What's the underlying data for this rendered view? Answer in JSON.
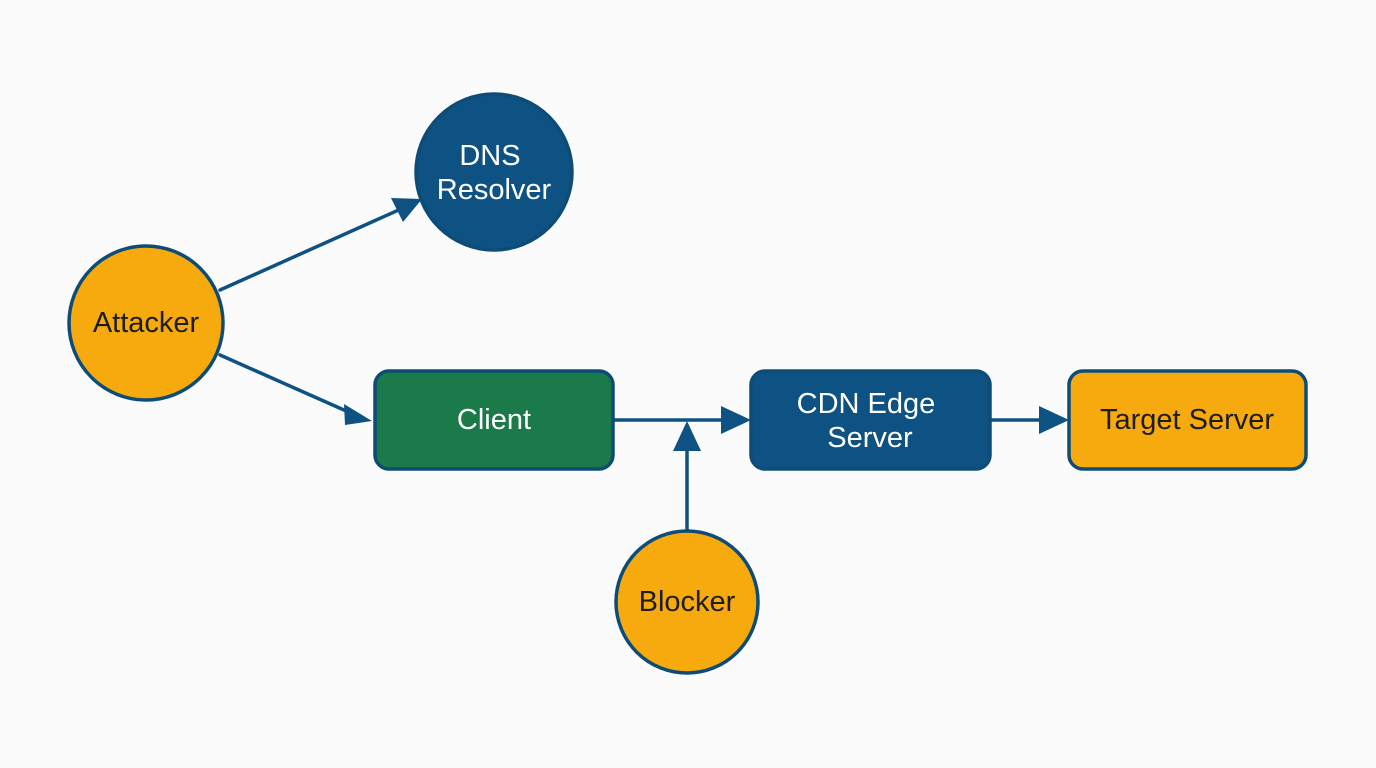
{
  "colors": {
    "orange": "#f6aa0d",
    "navy": "#0e5283",
    "green": "#1a7a4a",
    "stroke": "#0e4c78",
    "edge": "#0e5283",
    "dark_text": "#1d1d1b",
    "light_text": "#ffffff",
    "background": "#fbfbfb"
  },
  "nodes": {
    "attacker": {
      "label": "Attacker",
      "shape": "circle",
      "fill": "orange"
    },
    "dns_resolver": {
      "label": [
        "DNS",
        "Resolver"
      ],
      "shape": "circle",
      "fill": "navy"
    },
    "client": {
      "label": "Client",
      "shape": "rounded-rect",
      "fill": "green"
    },
    "cdn_edge_server": {
      "label": [
        "CDN Edge",
        "Server"
      ],
      "shape": "rounded-rect",
      "fill": "navy"
    },
    "target_server": {
      "label": "Target Server",
      "shape": "rounded-rect",
      "fill": "orange"
    },
    "blocker": {
      "label": "Blocker",
      "shape": "circle",
      "fill": "orange"
    }
  },
  "edges": [
    {
      "from": "attacker",
      "to": "dns_resolver"
    },
    {
      "from": "attacker",
      "to": "client"
    },
    {
      "from": "client",
      "to": "cdn_edge_server"
    },
    {
      "from": "blocker",
      "to": "client-cdn-link"
    },
    {
      "from": "cdn_edge_server",
      "to": "target_server"
    }
  ]
}
